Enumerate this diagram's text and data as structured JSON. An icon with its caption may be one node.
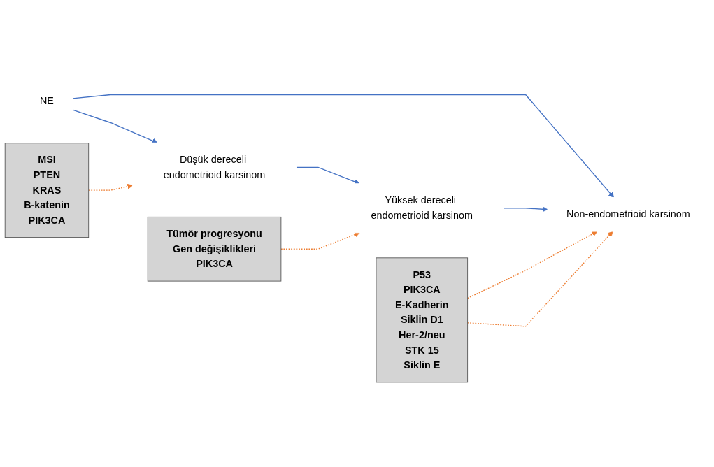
{
  "diagram": {
    "nodes": [
      {
        "text": [
          "MSI",
          "PTEN",
          "KRAS",
          "B-katenin",
          "PIK3CA"
        ]
      },
      {
        "text": [
          "Tümör progresyonu",
          "Gen değişiklikleri",
          "PIK3CA"
        ]
      },
      {
        "text": [
          "NE"
        ]
      },
      {
        "text": [
          "Düşük dereceli endometrioid karsinom"
        ]
      },
      {
        "text": [
          "Yüksek dereceli endometrioid karsinom"
        ]
      },
      {
        "text": [
          "Non-endometrioid karsinom"
        ]
      },
      {
        "text": [
          "P53",
          "PIK3CA",
          "E-Kadherin",
          "Siklin D1",
          "Her-2/neu",
          "STK 15",
          "Siklin E"
        ]
      }
    ],
    "edges": [
      {
        "from": 2,
        "to": 3,
        "arrow": "to"
      },
      {
        "from": 2,
        "to": 5,
        "arrow": "to"
      },
      {
        "from": 3,
        "to": 4,
        "arrow": "to"
      },
      {
        "from": 4,
        "to": 5,
        "arrow": "to"
      },
      {
        "from": 0,
        "to": 3,
        "arrow": "to",
        "style": "dashed",
        "color": "#ed7d31"
      },
      {
        "from": 1,
        "to": 4,
        "arrow": "to",
        "style": "dashed",
        "color": "#ed7d31"
      },
      {
        "from": 6,
        "to": 5,
        "arrow": "to",
        "style": "dashed",
        "color": "#ed7d31"
      },
      {
        "from": 6,
        "to": 5,
        "arrow": "to",
        "style": "dashed",
        "color": "#ed7d31"
      }
    ]
  }
}
